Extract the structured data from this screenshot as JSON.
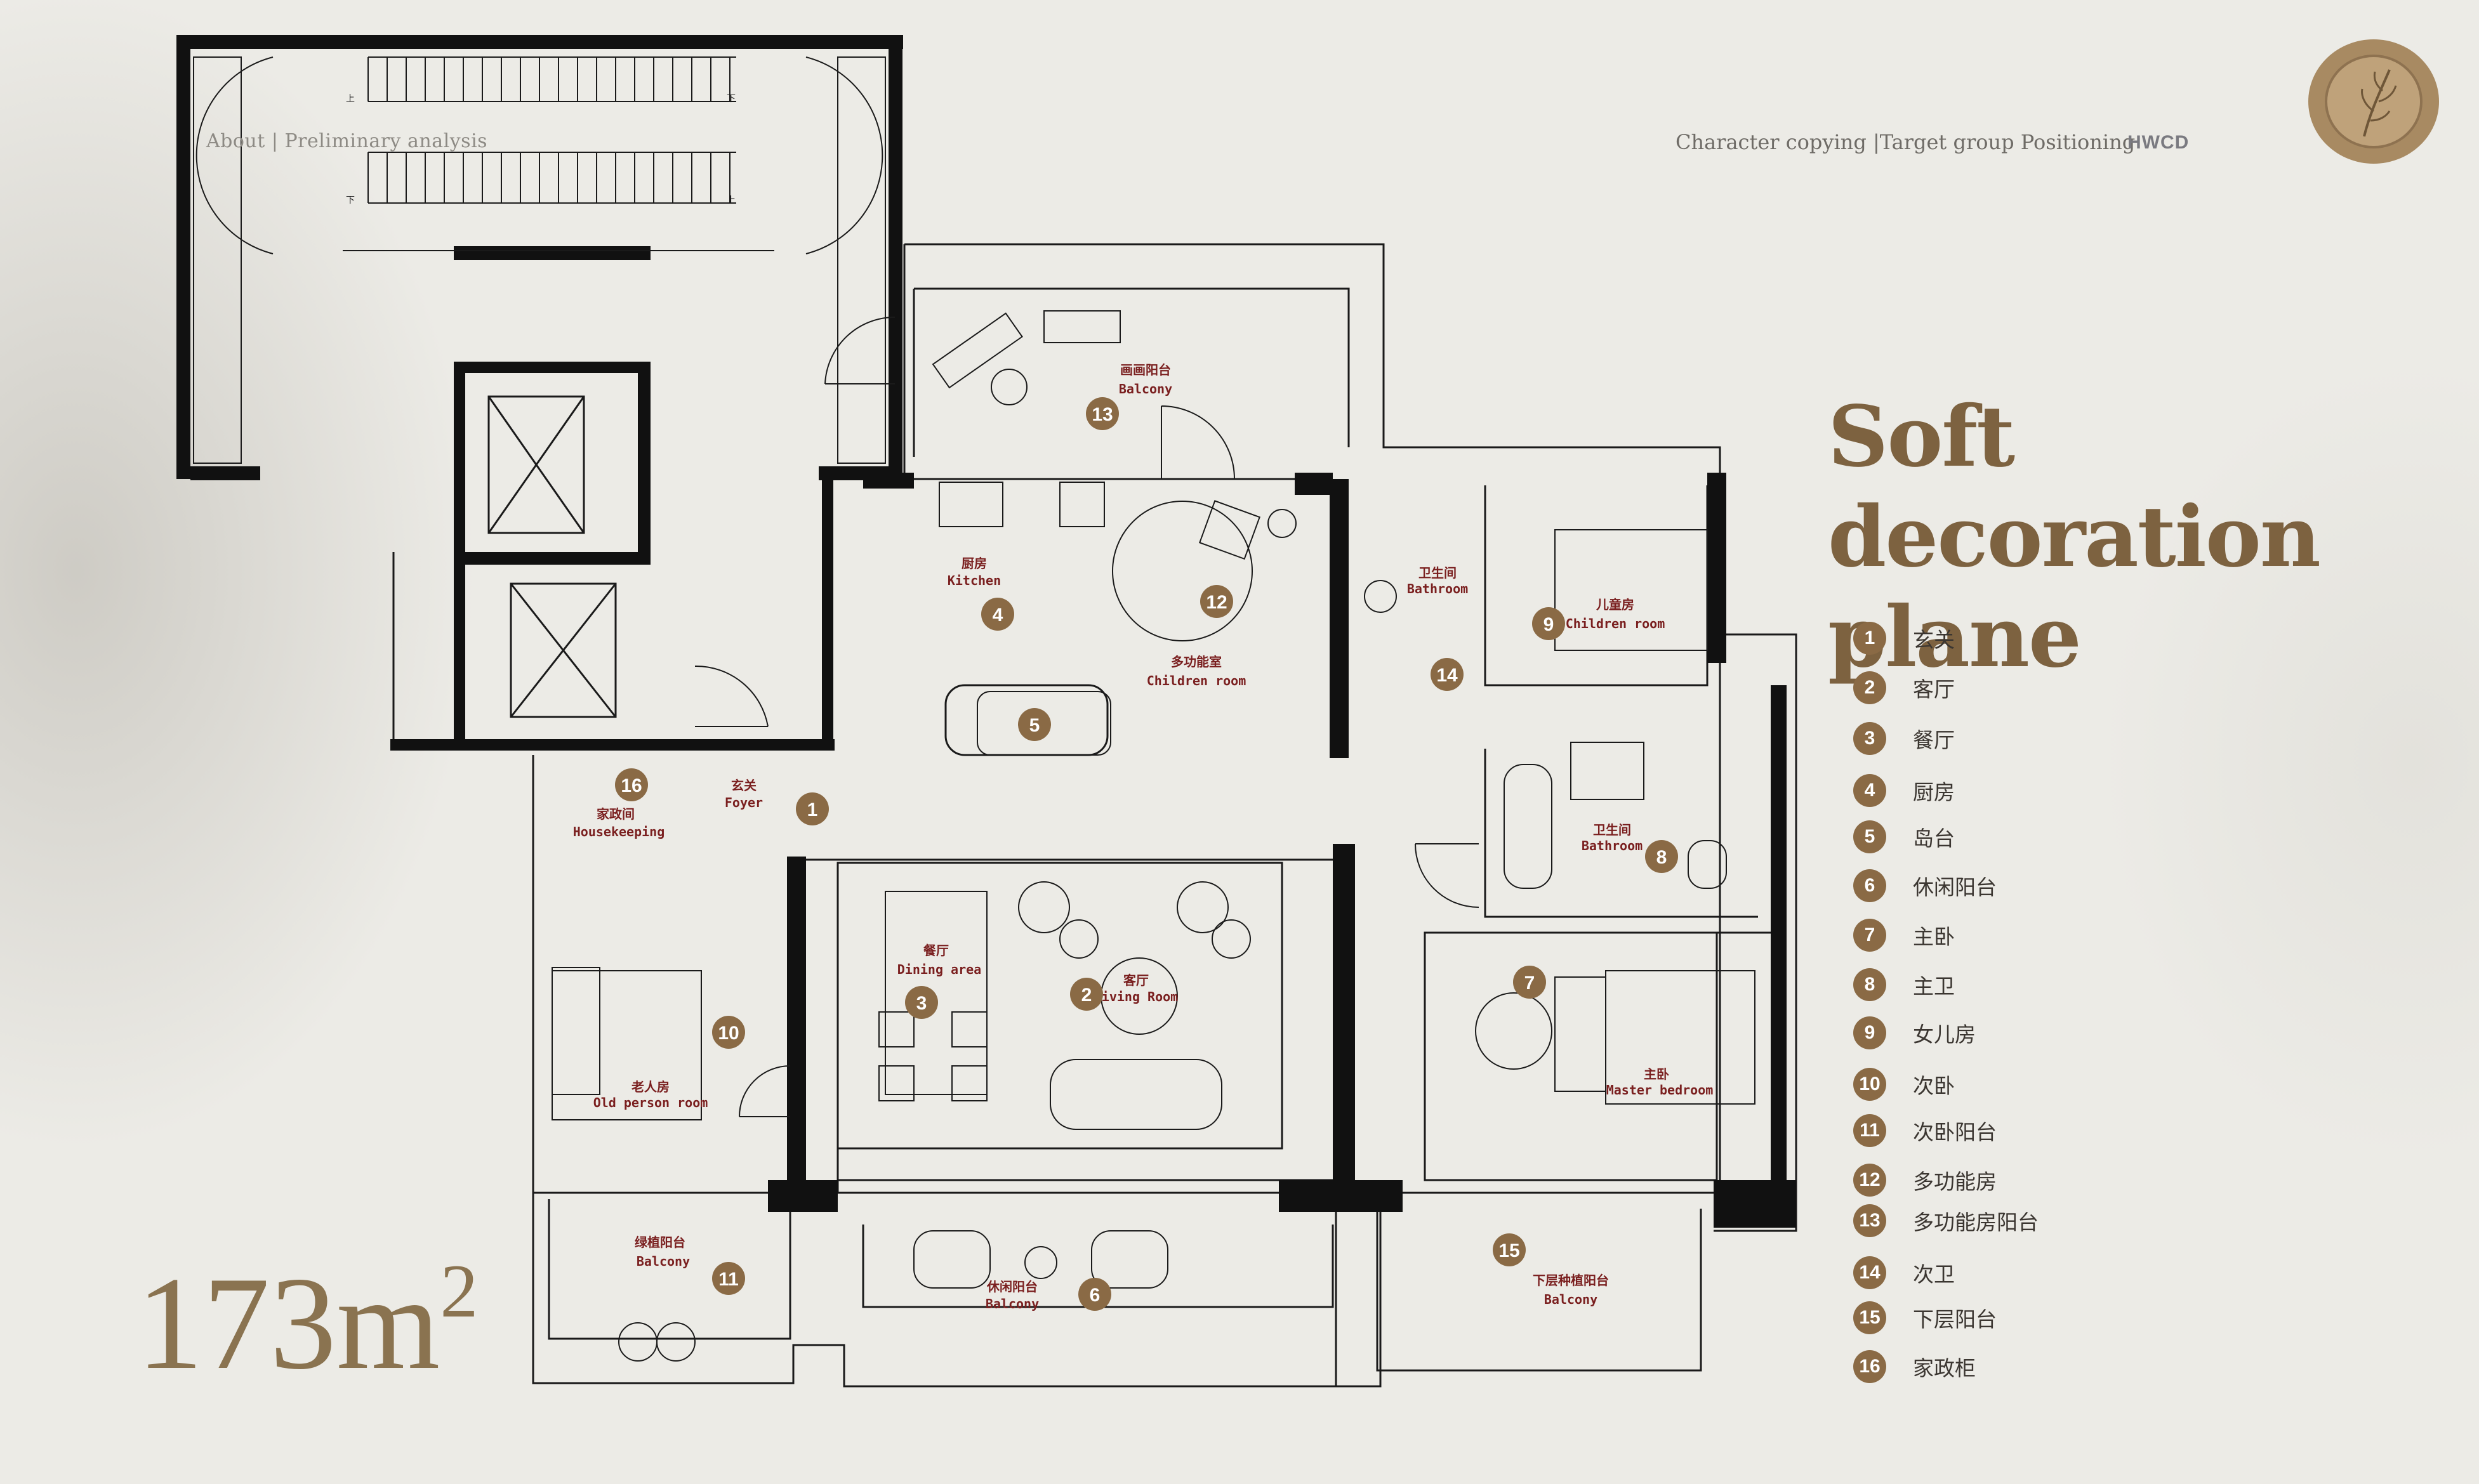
{
  "header": {
    "nav_left": "About  |  Preliminary analysis",
    "nav_right": "Character copying  |Target group Positioning",
    "brand": "HWCD"
  },
  "title": {
    "line1": "Soft decoration",
    "line2": "plane"
  },
  "area": {
    "value": "173m",
    "sup": "2"
  },
  "legend": [
    {
      "num": "1",
      "label": "玄关"
    },
    {
      "num": "2",
      "label": "客厅"
    },
    {
      "num": "3",
      "label": "餐厅"
    },
    {
      "num": "4",
      "label": "厨房"
    },
    {
      "num": "5",
      "label": "岛台"
    },
    {
      "num": "6",
      "label": "休闲阳台"
    },
    {
      "num": "7",
      "label": "主卧"
    },
    {
      "num": "8",
      "label": "主卫"
    },
    {
      "num": "9",
      "label": "女儿房"
    },
    {
      "num": "10",
      "label": "次卧"
    },
    {
      "num": "11",
      "label": "次卧阳台"
    },
    {
      "num": "12",
      "label": "多功能房"
    },
    {
      "num": "13",
      "label": "多功能房阳台"
    },
    {
      "num": "14",
      "label": "次卫"
    },
    {
      "num": "15",
      "label": "下层阳台"
    },
    {
      "num": "16",
      "label": "家政柜"
    }
  ],
  "rooms": {
    "kitchen_cn": "厨房",
    "kitchen_en": "Kitchen",
    "multi_cn": "多功能室",
    "multi_en": "Children room",
    "balcony13_cn": "画画阳台",
    "balcony13_en": "Balcony",
    "bath14_cn": "卫生间",
    "bath14_en": "Bathroom",
    "children_cn": "儿童房",
    "children_en": "Children room",
    "bath8_cn": "卫生间",
    "bath8_en": "Bathroom",
    "foyer_cn": "玄关",
    "foyer_en": "Foyer",
    "house_cn": "家政间",
    "house_en": "Housekeeping",
    "dining_cn": "餐厅",
    "dining_en": "Dining area",
    "living_cn": "客厅",
    "living_en": "Living Room",
    "old_cn": "老人房",
    "old_en": "Old person room",
    "master_cn": "主卧",
    "master_en": "Master bedroom",
    "balcony11_cn": "绿植阳台",
    "balcony11_en": "Balcony",
    "balcony6_cn": "休闲阳台",
    "balcony6_en": "Balcony",
    "balcony15_cn": "下层种植阳台",
    "balcony15_en": "Balcony",
    "stair_up": "上",
    "stair_down": "下"
  },
  "colors": {
    "accent": "#8a6a45",
    "label_red": "#7a1f1f",
    "wall": "#111111"
  }
}
